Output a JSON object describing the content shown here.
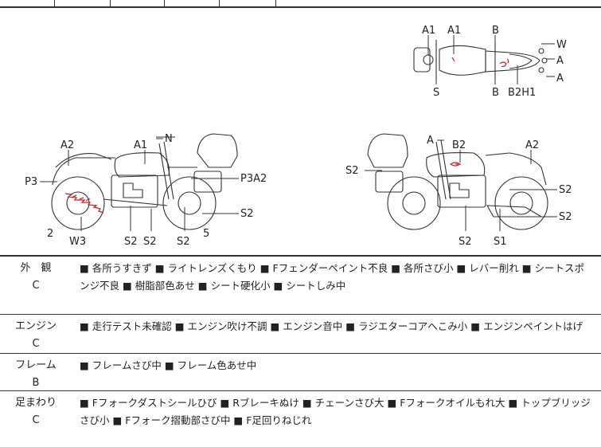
{
  "diagram": {
    "top_view": {
      "labels": [
        "A1",
        "A1",
        "B",
        "W",
        "A",
        "A",
        "S",
        "B",
        "B2H1"
      ]
    },
    "left_side": {
      "labels": [
        "A2",
        "A1",
        "N",
        "P3",
        "P3A2",
        "S2",
        "2",
        "W3",
        "S2",
        "S2",
        "S2",
        "5"
      ]
    },
    "right_side": {
      "labels": [
        "A",
        "B2",
        "A2",
        "S2",
        "S2",
        "S2",
        "S2",
        "S1"
      ]
    }
  },
  "inspection": [
    {
      "category": "外　観",
      "grade": "C",
      "items": "■ 各所うすきず ■ ライトレンズくもり ■ Fフェンダーペイント不良 ■ 各所さび小 ■ レバー削れ ■ シートスポンジ不良 ■ 樹脂部色あせ ■ シート硬化小 ■ シートしみ中"
    },
    {
      "category": "エンジン",
      "grade": "C",
      "items": "■ 走行テスト未確認 ■ エンジン吹け不調 ■ エンジン音中 ■ ラジエターコアへこみ小 ■ エンジンペイントはげ"
    },
    {
      "category": "フレーム",
      "grade": "B",
      "items": "■ フレームさび中 ■ フレーム色あせ中"
    },
    {
      "category": "足まわり",
      "grade": "C",
      "items": "■ Fフォークダストシールひび ■ Rブレーキぬけ ■ チェーンさび大 ■ Fフォークオイルもれ大 ■ トップブリッジさび小 ■ Fフォーク摺動部さび中 ■ F足回りねじれ"
    }
  ],
  "colors": {
    "damage_mark": "#cc2222",
    "line": "#333333"
  }
}
